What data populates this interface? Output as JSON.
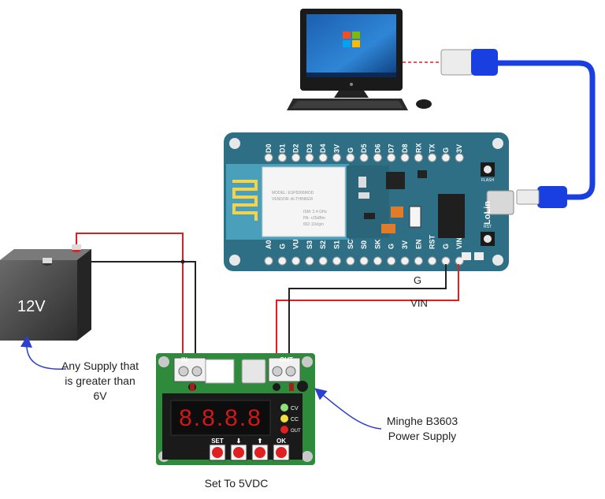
{
  "battery": {
    "label": "12V"
  },
  "supply_note": {
    "lines": [
      "Any Supply that",
      "is greater than",
      "6V"
    ]
  },
  "psu": {
    "name_lines": [
      "Minghe B3603",
      "Power Supply"
    ],
    "footer": "Set To 5VDC",
    "display": "8.8.8.8",
    "terminal_in": "IN",
    "terminal_out": "OUT",
    "leds": [
      "CV",
      "CC",
      "OUT"
    ],
    "buttons": [
      "SET",
      "⬇",
      "⬆",
      "OK"
    ]
  },
  "wires": {
    "ground_label": "G",
    "vin_label": "VIN"
  },
  "board": {
    "brand": "LoLin",
    "flash_label": "FLASH",
    "rst_label": "RST",
    "top_pins": [
      "D0",
      "D1",
      "D2",
      "D3",
      "D4",
      "3V",
      "G",
      "D5",
      "D6",
      "D7",
      "D8",
      "RX",
      "TX",
      "G",
      "3V"
    ],
    "bottom_pins": [
      "A0",
      "G",
      "VU",
      "S3",
      "S2",
      "S1",
      "SC",
      "S0",
      "SK",
      "G",
      "3V",
      "EN",
      "RST",
      "G",
      "VIN"
    ],
    "module_text": [
      "MODEL: ESP8266MOD",
      "VENDOR: AI-THINKER",
      "ISM: 2.4 GHz",
      "PA: +25dBm",
      "802.11b/g/n"
    ]
  },
  "colors": {
    "wire_red": "#e02020",
    "wire_black": "#222222",
    "usb_cable": "#1a3fe0",
    "board_teal": "#2f6f85",
    "psu_green": "#2e8b3c",
    "arrow_blue": "#2b3fd0"
  }
}
